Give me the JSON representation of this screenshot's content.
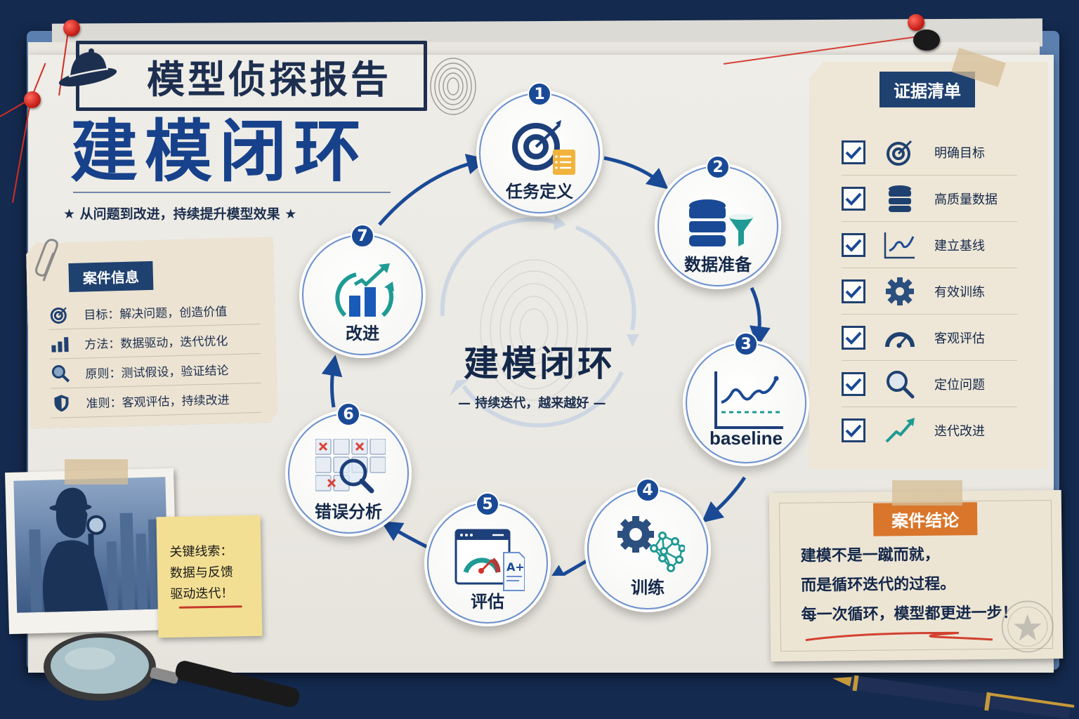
{
  "header": {
    "stamp_title": "模型侦探报告",
    "main_title": "建模闭环",
    "subtitle": "★ 从问题到改进，持续提升模型效果 ★"
  },
  "case_info": {
    "label": "案件信息",
    "items": [
      {
        "icon": "target-icon",
        "text": "目标：解决问题，创造价值"
      },
      {
        "icon": "bar-chart-icon",
        "text": "方法：数据驱动，迭代优化"
      },
      {
        "icon": "magnifier-icon",
        "text": "原则：测试假设，验证结论"
      },
      {
        "icon": "shield-icon",
        "text": "准则：客观评估，持续改进"
      }
    ]
  },
  "cycle": {
    "center_title": "建模闭环",
    "center_subtitle": "— 持续迭代，越来越好 —",
    "steps": [
      {
        "num": "1",
        "label": "任务定义",
        "icon": "target-checklist-icon"
      },
      {
        "num": "2",
        "label": "数据准备",
        "icon": "database-funnel-icon"
      },
      {
        "num": "3",
        "label": "baseline",
        "icon": "line-chart-baseline-icon"
      },
      {
        "num": "4",
        "label": "训练",
        "icon": "gear-network-icon"
      },
      {
        "num": "5",
        "label": "评估",
        "icon": "gauge-report-icon"
      },
      {
        "num": "6",
        "label": "错误分析",
        "icon": "grid-magnifier-icon"
      },
      {
        "num": "7",
        "label": "改进",
        "icon": "growth-chart-icon"
      }
    ]
  },
  "evidence": {
    "label": "证据清单",
    "items": [
      {
        "text": "明确目标",
        "icon": "target-icon",
        "checked": true
      },
      {
        "text": "高质量数据",
        "icon": "database-icon",
        "checked": true
      },
      {
        "text": "建立基线",
        "icon": "line-chart-icon",
        "checked": true
      },
      {
        "text": "有效训练",
        "icon": "gear-icon",
        "checked": true
      },
      {
        "text": "客观评估",
        "icon": "gauge-icon",
        "checked": true
      },
      {
        "text": "定位问题",
        "icon": "magnifier-icon",
        "checked": true
      },
      {
        "text": "迭代改进",
        "icon": "trend-up-icon",
        "checked": true
      }
    ]
  },
  "conclusion": {
    "label": "案件结论",
    "lines": [
      "建模不是一蹴而就，",
      "而是循环迭代的过程。",
      "每一次循环，模型都更进一步！"
    ]
  },
  "sticky_note": {
    "lines": [
      "关键线索：",
      "数据与反馈",
      "驱动迭代！"
    ]
  },
  "colors": {
    "navy": "#1f4170",
    "blue": "#1a4a96",
    "teal": "#1f9a94",
    "orange": "#d9762b",
    "red": "#d22d24",
    "paper": "#efede8",
    "board": "#142a4e"
  }
}
